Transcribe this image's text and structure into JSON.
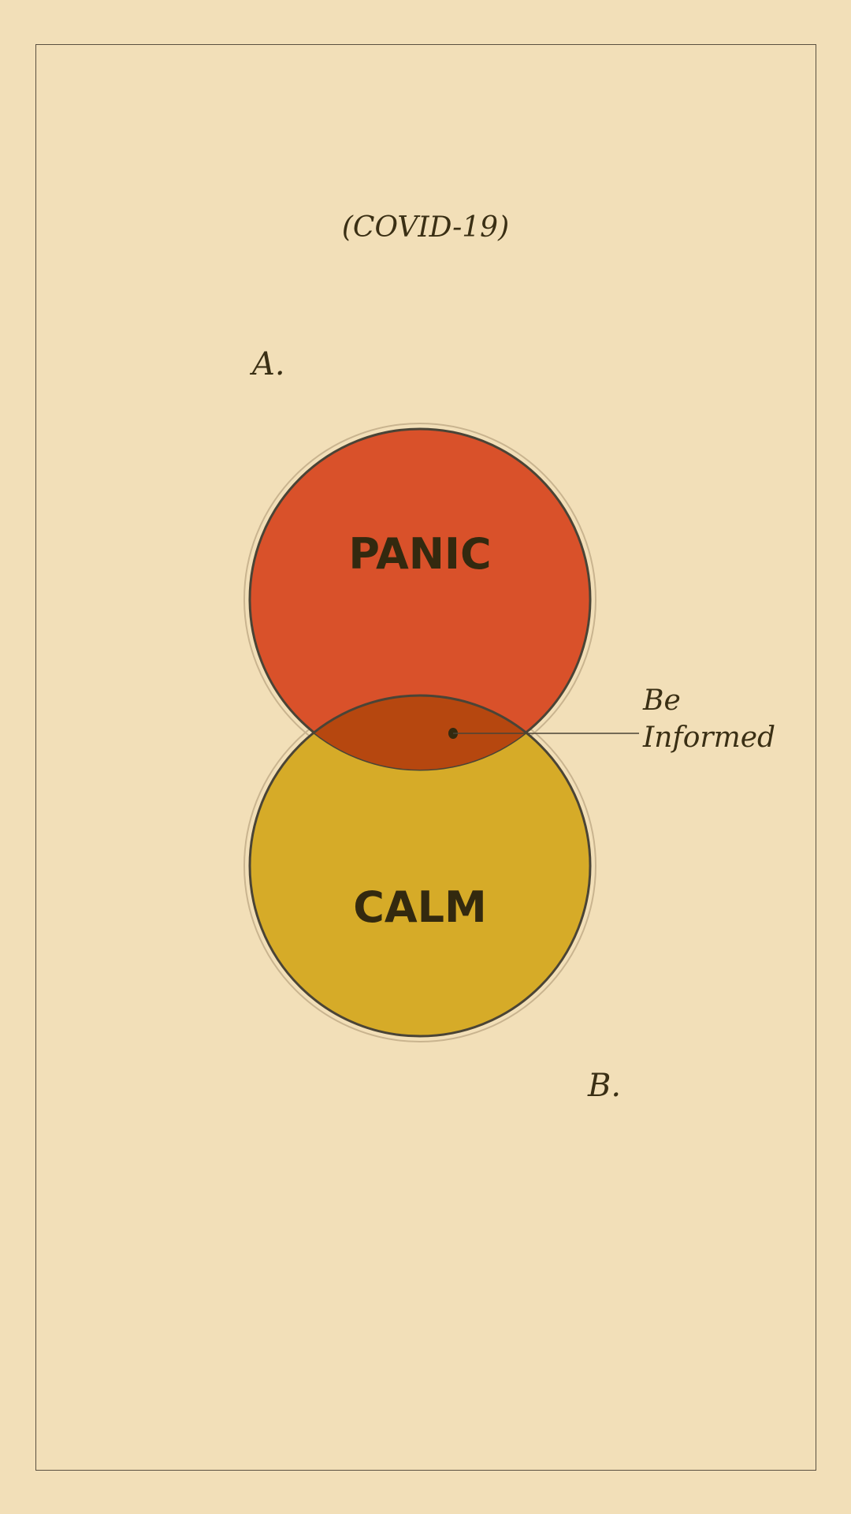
{
  "title": "(COVID-19)",
  "label_a": "A.",
  "label_b": "B.",
  "circles": {
    "top": {
      "label": "PANIC",
      "color": "#d9512a"
    },
    "bottom": {
      "label": "CALM",
      "color": "#d6ab28"
    },
    "overlap_color": "#b6470f"
  },
  "annotation": {
    "line1": "Be",
    "line2": "Informed"
  },
  "colors": {
    "background": "#f2dfb8",
    "ink": "#3a2f14",
    "outline": "#4a4436"
  }
}
